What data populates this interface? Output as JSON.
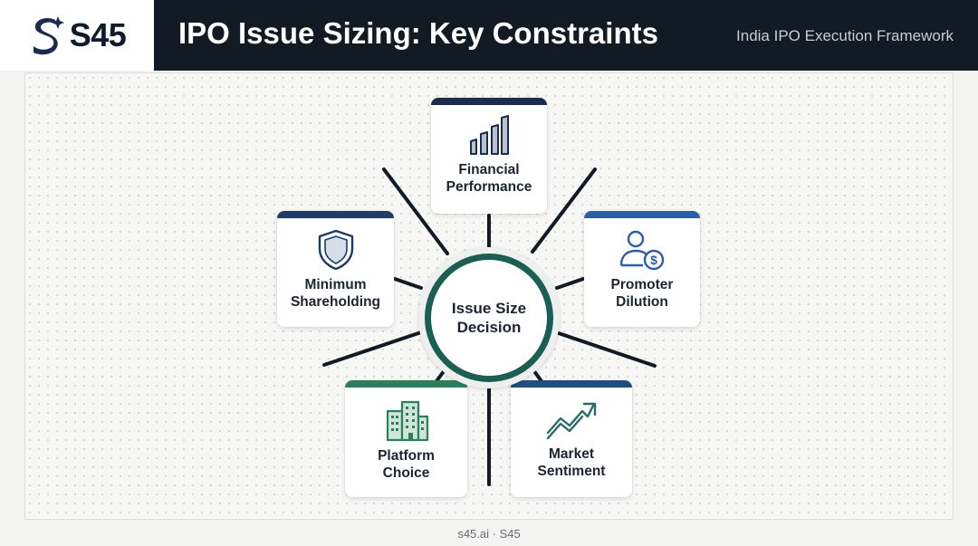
{
  "header": {
    "logo_text": "S45",
    "title": "IPO Issue Sizing: Key Constraints",
    "subtitle": "India IPO Execution Framework"
  },
  "diagram": {
    "hub": {
      "line1": "Issue Size",
      "line2": "Decision"
    },
    "nodes": [
      {
        "id": "financial",
        "line1": "Financial",
        "line2": "Performance",
        "icon": "bar-chart-icon",
        "accent": "#1d2b4a"
      },
      {
        "id": "promoter",
        "line1": "Promoter",
        "line2": "Dilution",
        "icon": "person-dollar-icon",
        "accent": "#2d5da6"
      },
      {
        "id": "market",
        "line1": "Market",
        "line2": "Sentiment",
        "icon": "trend-up-icon",
        "accent": "#1f4f7a"
      },
      {
        "id": "platform",
        "line1": "Platform",
        "line2": "Choice",
        "icon": "building-icon",
        "accent": "#2e7d5b"
      },
      {
        "id": "minimum",
        "line1": "Minimum",
        "line2": "Shareholding",
        "icon": "shield-icon",
        "accent": "#1d3b66"
      }
    ]
  },
  "colors": {
    "hub_ring": "#1b5e52",
    "spokes": "#121a24",
    "header_bg": "#121a24"
  },
  "footer": {
    "text": "s45.ai · S45"
  }
}
